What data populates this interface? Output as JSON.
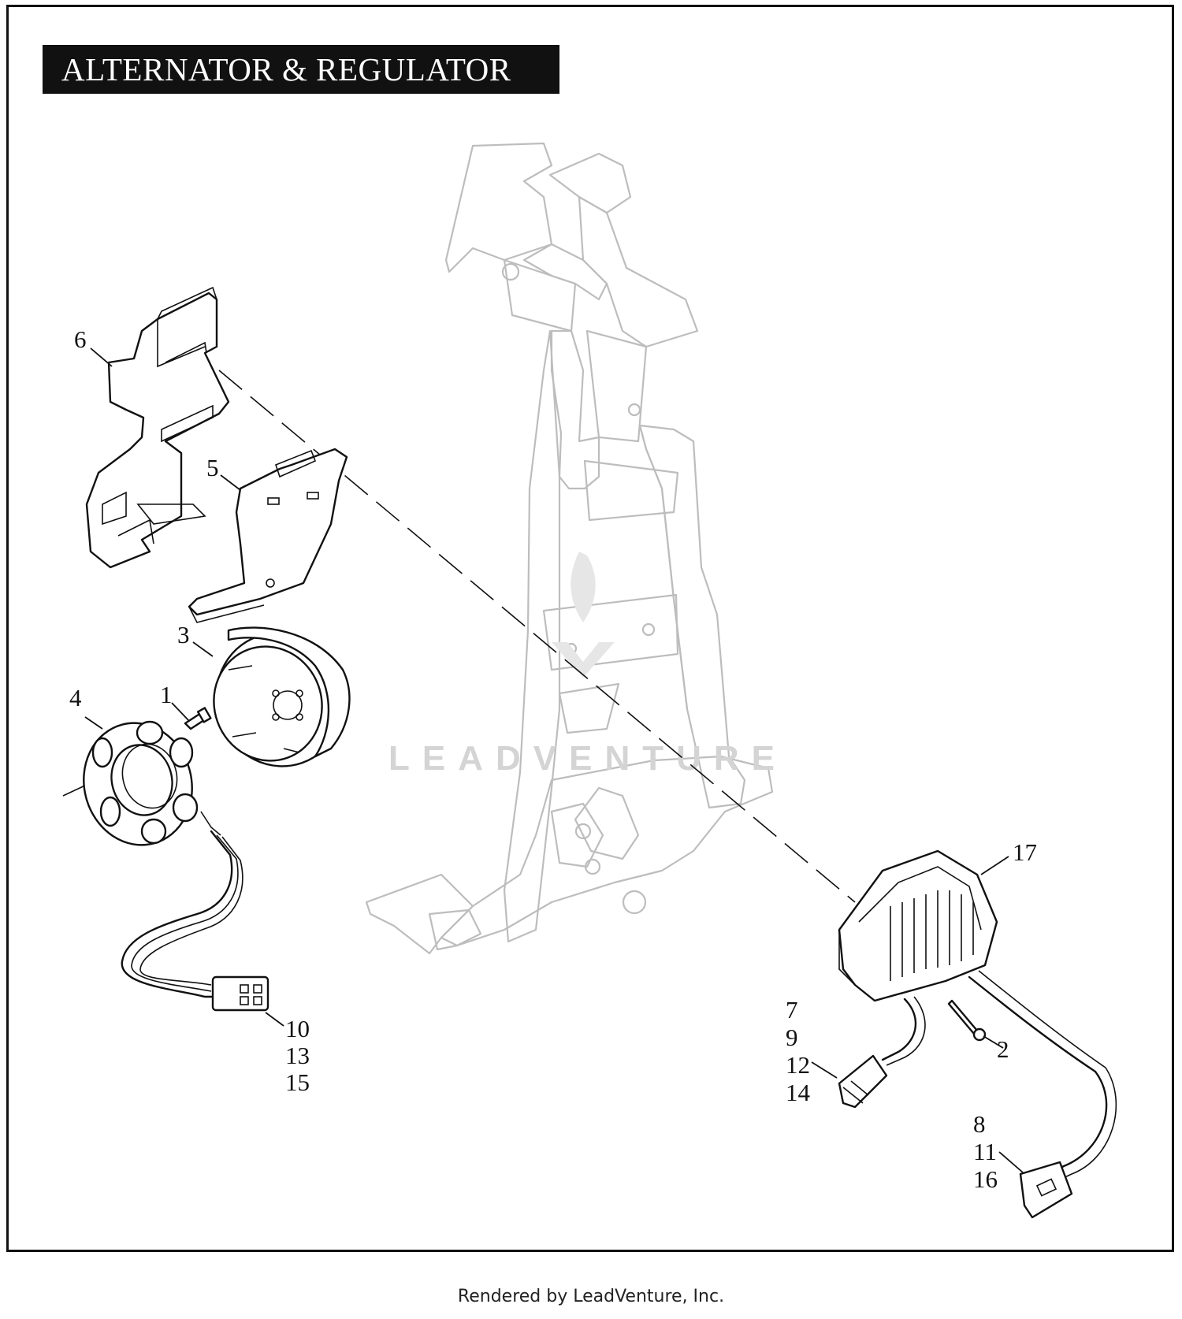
{
  "title": "ALTERNATOR & REGULATOR",
  "watermark": "LEADVENTURE",
  "footer": "Rendered by LeadVenture, Inc.",
  "callouts": {
    "c1": "1",
    "c2": "2",
    "c3": "3",
    "c4": "4",
    "c5": "5",
    "c6": "6",
    "c7": [
      "7",
      "9",
      "12",
      "14"
    ],
    "c8": [
      "8",
      "11",
      "16"
    ],
    "c10": [
      "10",
      "13",
      "15"
    ],
    "c17": "17"
  },
  "colors": {
    "ink": "#111111",
    "frame_ghost": "#bdbdbd",
    "watermark": "#d4d4d4"
  }
}
